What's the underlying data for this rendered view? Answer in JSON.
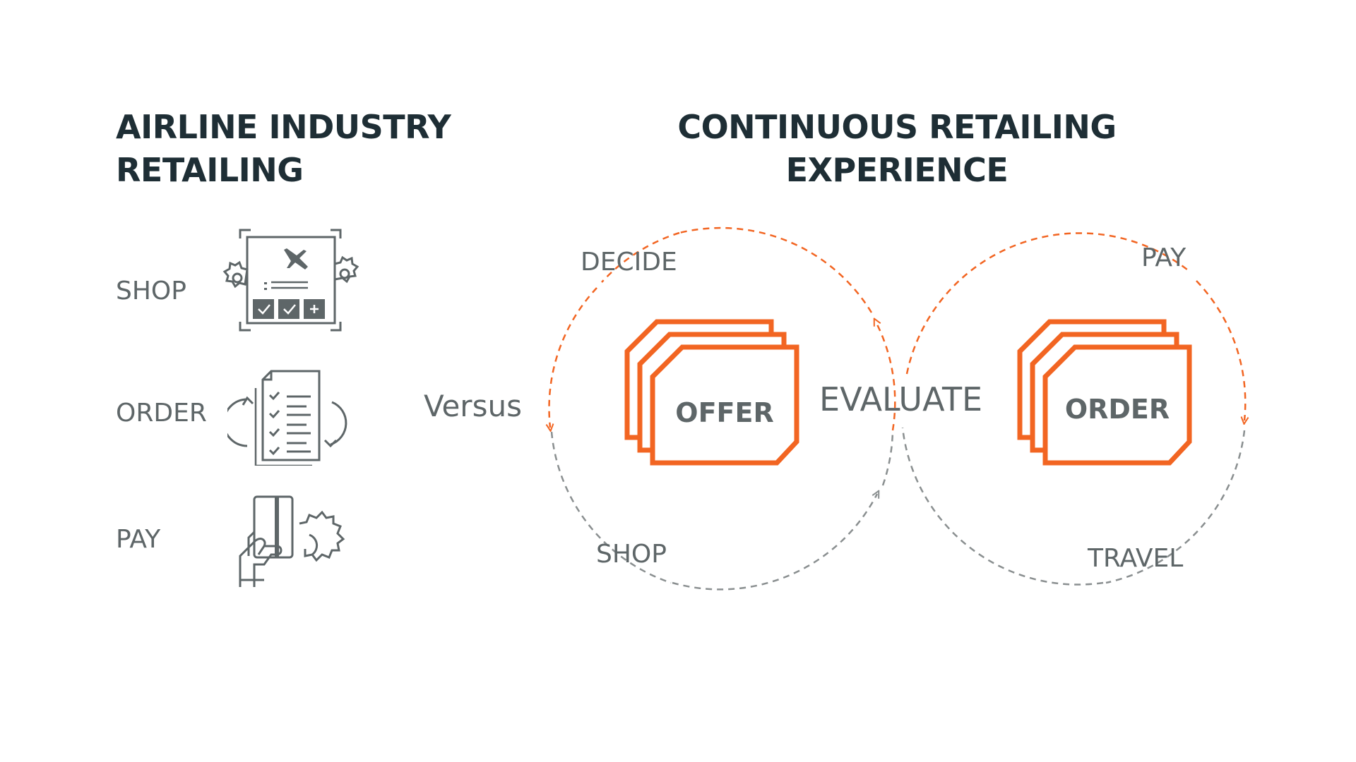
{
  "left_section": {
    "title_line1": "AIRLINE INDUSTRY",
    "title_line2": "RETAILING",
    "steps": [
      {
        "label": "SHOP",
        "icon": "flight-search-icon"
      },
      {
        "label": "ORDER",
        "icon": "checklist-document-icon"
      },
      {
        "label": "PAY",
        "icon": "card-payment-icon"
      }
    ]
  },
  "versus_label": "Versus",
  "right_section": {
    "title_line1": "CONTINUOUS RETAILING",
    "title_line2": "EXPERIENCE",
    "cycle_labels": {
      "decide": "DECIDE",
      "shop": "SHOP",
      "evaluate": "EVALUATE",
      "pay": "PAY",
      "travel": "TRAVEL"
    },
    "offer_box": "OFFER",
    "order_box": "ORDER"
  },
  "colors": {
    "accent": "#f26522",
    "text_dark": "#1e2e35",
    "text_gray": "#5e6668",
    "dash_gray": "#8a8f90"
  }
}
